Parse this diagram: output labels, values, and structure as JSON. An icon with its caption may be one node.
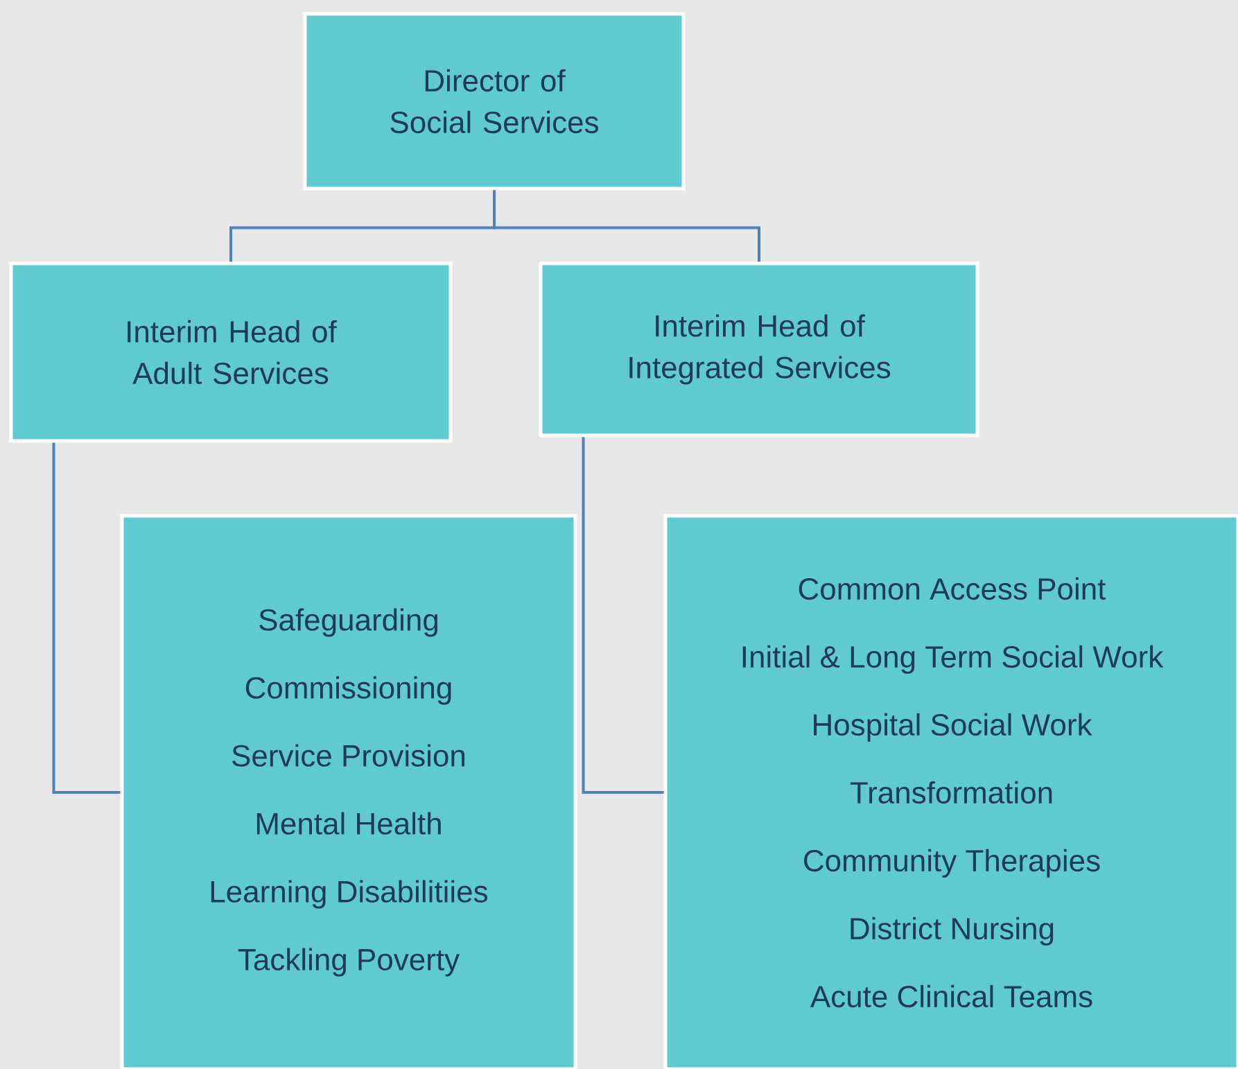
{
  "diagram": {
    "nodes": [
      {
        "text": [
          "Director of Social Services"
        ]
      },
      {
        "text": [
          "Interim Head of Adult Services"
        ]
      },
      {
        "text": [
          "Interim Head of Integrated Services"
        ]
      },
      {
        "text": [
          "Safeguarding",
          "Commissioning",
          "Service Provision",
          "Mental Health",
          "Learning Disabilitiies",
          "Tackling Poverty"
        ]
      },
      {
        "text": [
          "Common Access Point",
          "Initial & Long Term Social Work",
          "Hospital Social Work",
          "Transformation",
          "Community Therapies",
          "District Nursing",
          "Acute Clinical Teams"
        ]
      }
    ],
    "edges": [
      {
        "from": 0,
        "to": 1,
        "arrow": "none"
      },
      {
        "from": 0,
        "to": 2,
        "arrow": "none"
      },
      {
        "from": 1,
        "to": 3,
        "arrow": "none"
      },
      {
        "from": 2,
        "to": 4,
        "arrow": "none"
      }
    ]
  }
}
